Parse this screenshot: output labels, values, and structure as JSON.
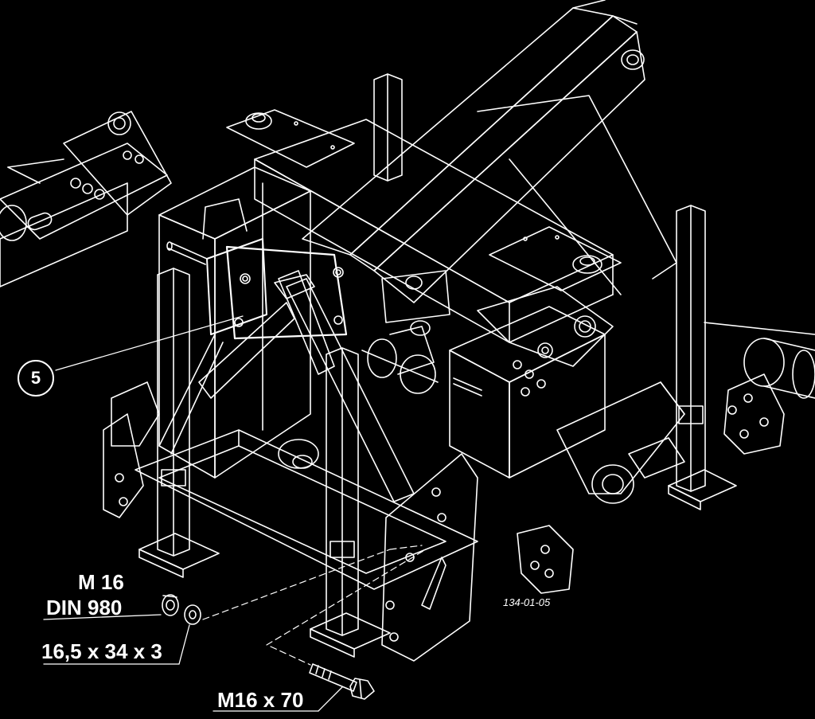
{
  "callouts": {
    "item": "5"
  },
  "labels": {
    "nut_size": "M 16",
    "nut_standard": "DIN 980",
    "washer": "16,5 x 34 x 3",
    "bolt": "M16 x 70",
    "drawing_ref": "134-01-05"
  },
  "colors": {
    "background": "#000000",
    "line": "#ffffff"
  }
}
